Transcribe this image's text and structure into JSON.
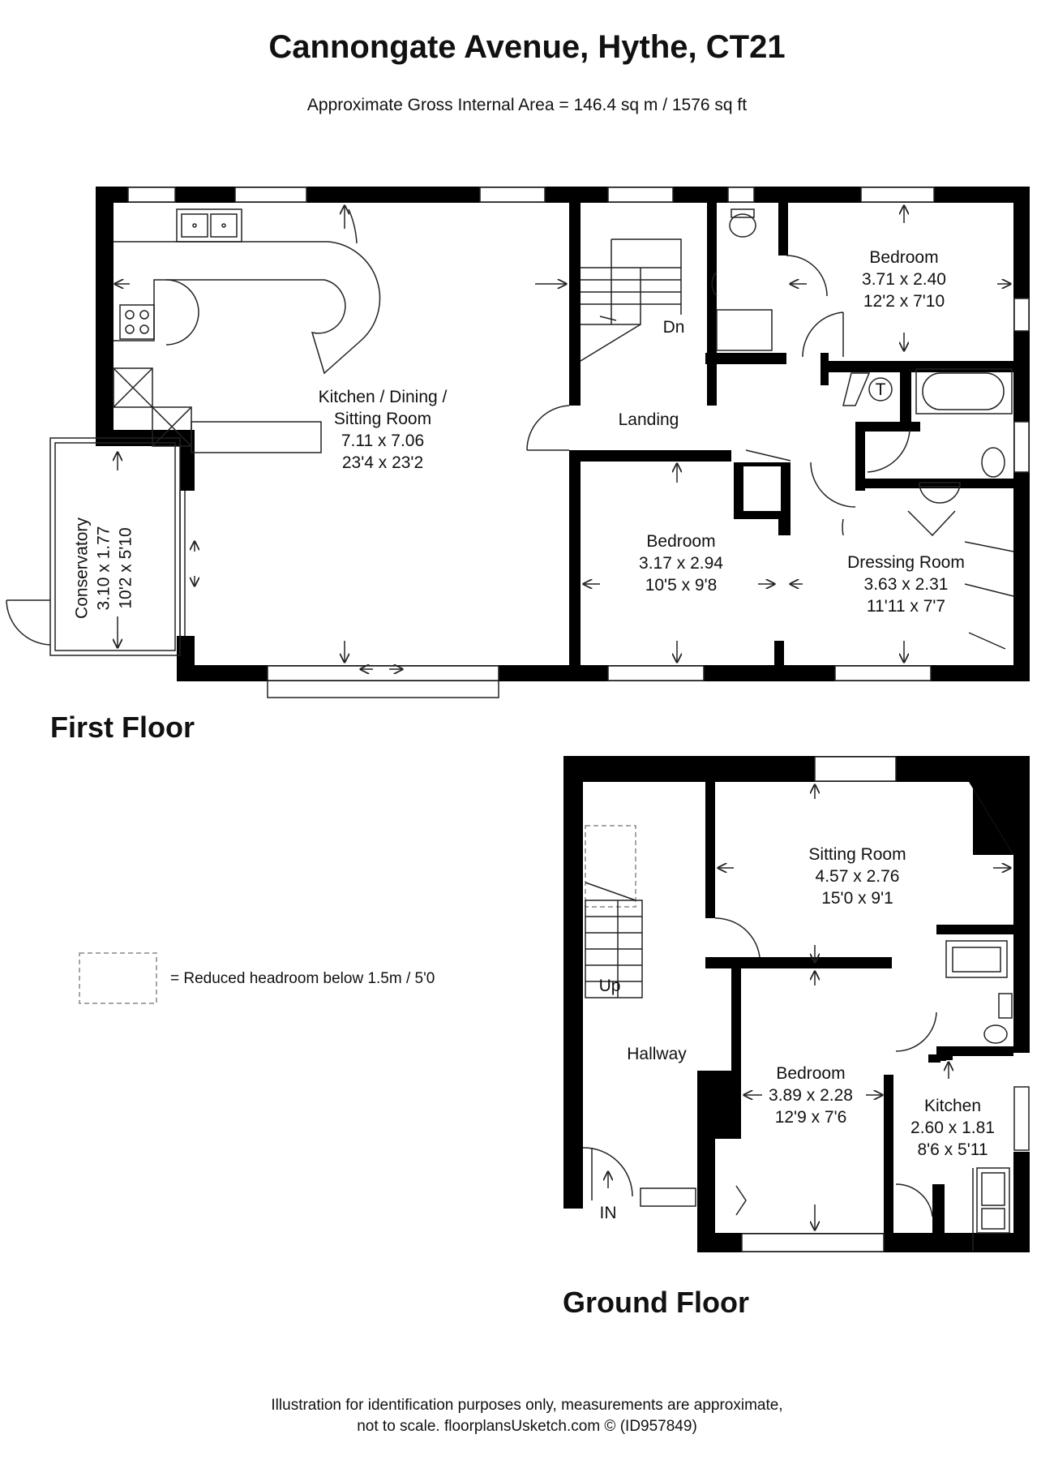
{
  "header": {
    "title": "Cannongate Avenue, Hythe, CT21",
    "area": "Approximate Gross Internal Area = 146.4 sq m / 1576 sq ft"
  },
  "floors": {
    "first": "First Floor",
    "ground": "Ground Floor"
  },
  "rooms": {
    "kitchen_dining": {
      "name1": "Kitchen / Dining /",
      "name2": "Sitting Room",
      "metric": "7.11 x 7.06",
      "imperial": "23'4 x 23'2"
    },
    "conservatory": {
      "name": "Conservatory",
      "metric": "3.10 x 1.77",
      "imperial": "10'2 x 5'10"
    },
    "bedroom_ff_top": {
      "name": "Bedroom",
      "metric": "3.71 x 2.40",
      "imperial": "12'2 x 7'10"
    },
    "landing": {
      "name": "Landing"
    },
    "stairs_dn": {
      "name": "Dn"
    },
    "tank": {
      "name": "T"
    },
    "bedroom_ff_bottom": {
      "name": "Bedroom",
      "metric": "3.17 x 2.94",
      "imperial": "10'5 x 9'8"
    },
    "dressing_room": {
      "name": "Dressing Room",
      "metric": "3.63 x 2.31",
      "imperial": "11'11 x 7'7"
    },
    "sitting_room": {
      "name": "Sitting Room",
      "metric": "4.57 x 2.76",
      "imperial": "15'0 x 9'1"
    },
    "bedroom_gf": {
      "name": "Bedroom",
      "metric": "3.89 x 2.28",
      "imperial": "12'9 x 7'6"
    },
    "kitchen_gf": {
      "name": "Kitchen",
      "metric": "2.60 x 1.81",
      "imperial": "8'6 x 5'11"
    },
    "hallway": {
      "name": "Hallway"
    },
    "stairs_up": {
      "name": "Up"
    },
    "entrance": {
      "name": "IN"
    }
  },
  "legend": {
    "text": "= Reduced headroom below 1.5m / 5'0"
  },
  "footer": {
    "line1": "Illustration for identification purposes only, measurements are approximate,",
    "line2": "not to scale. floorplansUsketch.com © (ID957849)"
  },
  "colors": {
    "wall": "#000000",
    "line": "#222222",
    "background": "#ffffff",
    "dashed": "#888888"
  }
}
